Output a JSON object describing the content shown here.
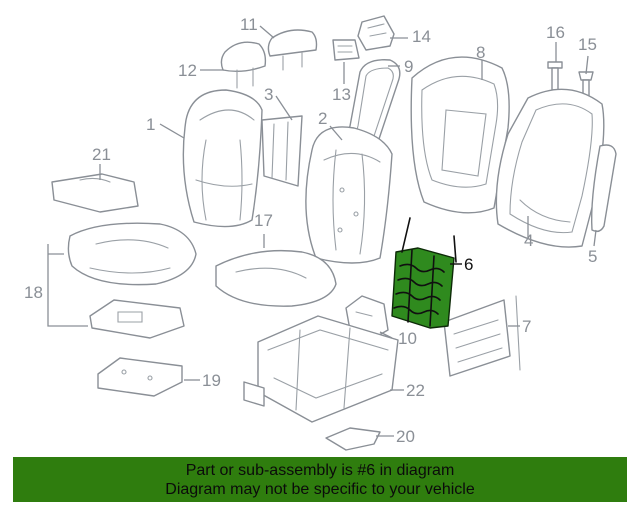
{
  "diagram": {
    "callouts": [
      "1",
      "2",
      "3",
      "4",
      "5",
      "6",
      "7",
      "8",
      "9",
      "10",
      "11",
      "12",
      "13",
      "14",
      "15",
      "16",
      "17",
      "18",
      "19",
      "20",
      "21",
      "22"
    ],
    "highlighted_part": "6",
    "highlight_color": "#2f8a1e"
  },
  "banner": {
    "line1": "Part or sub-assembly is #6 in diagram",
    "line2": "Diagram may not be specific to your vehicle",
    "background": "#2f7d0e"
  }
}
